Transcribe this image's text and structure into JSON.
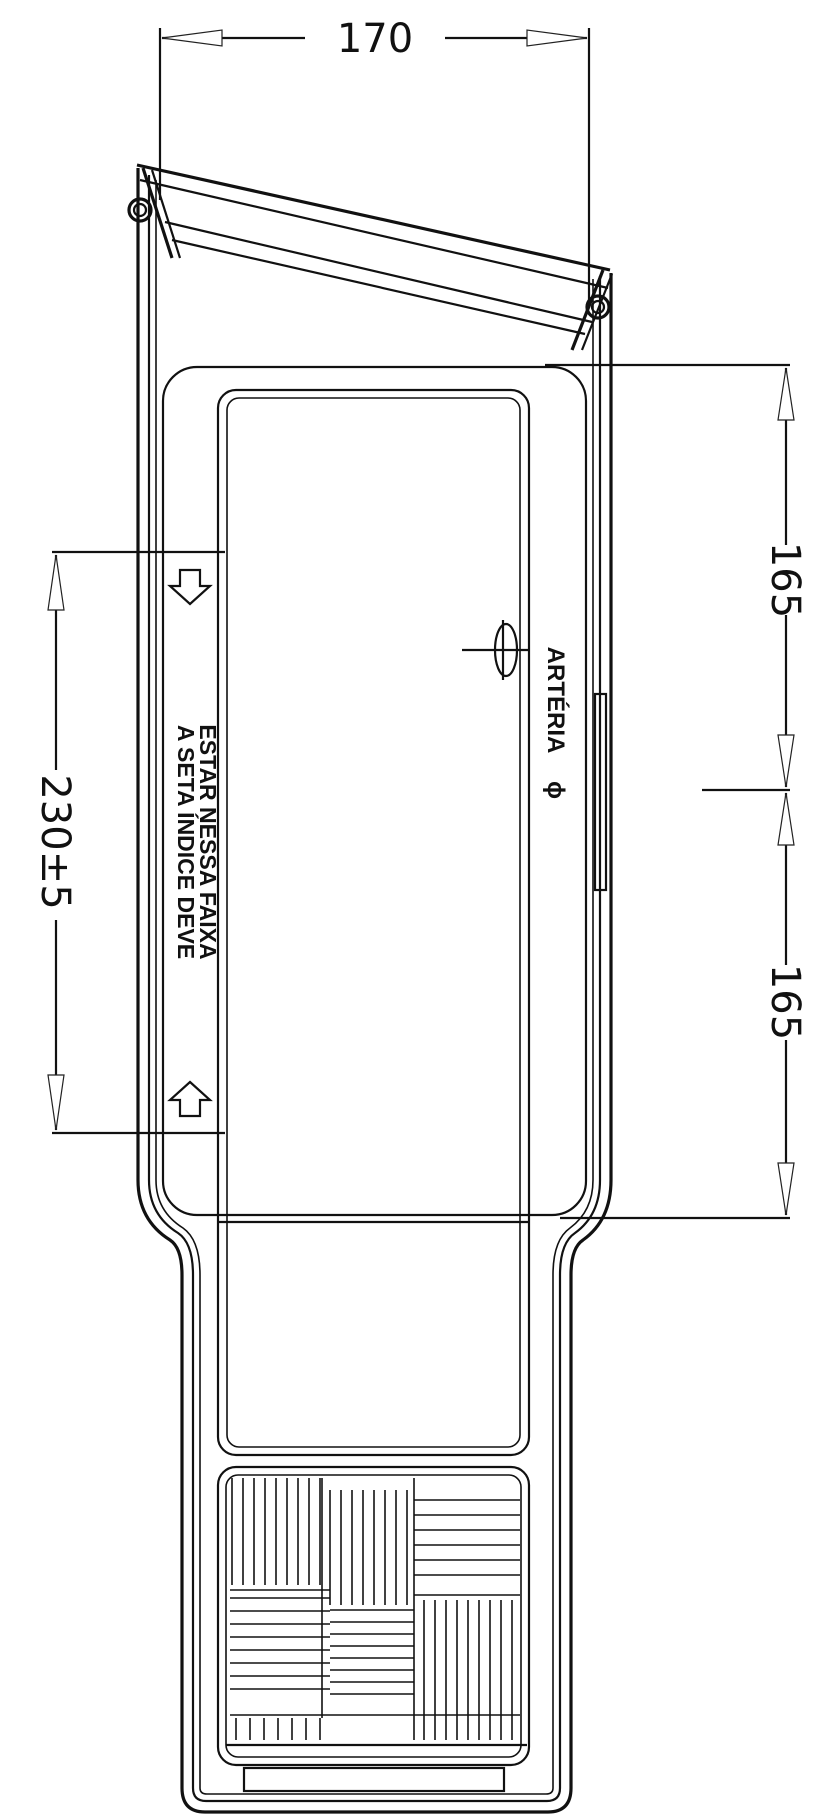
{
  "dimensions": {
    "width_top": "170",
    "upper_right": "165",
    "lower_right": "165",
    "left_band": "230±5"
  },
  "labels": {
    "artery": "ARTÉRIA",
    "artery_symbol": "ϕ",
    "note_line1": "A SETA ÍNDICE DEVE",
    "note_line2": "ESTAR NESSA FAIXA"
  }
}
